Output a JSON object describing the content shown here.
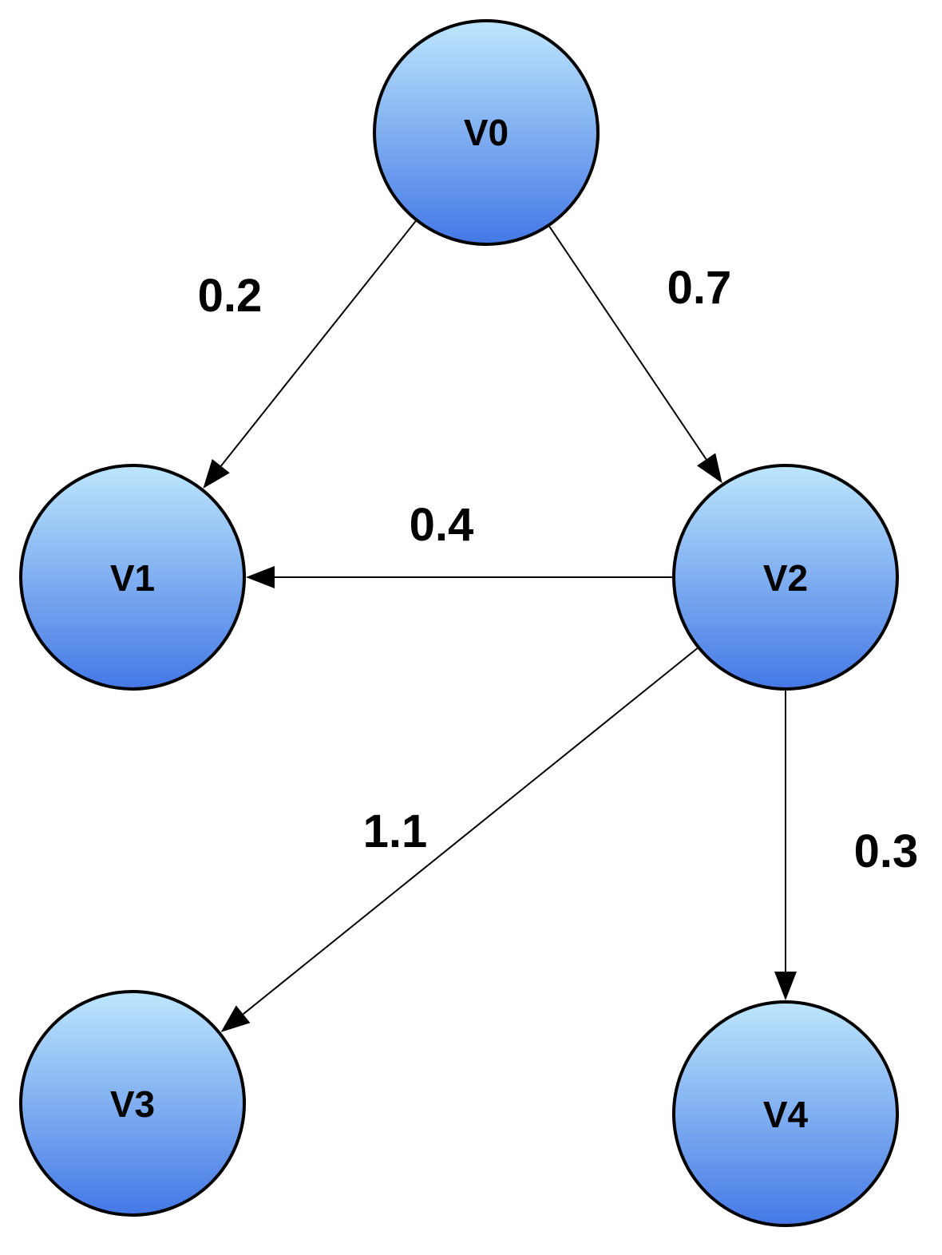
{
  "graph": {
    "directed": true,
    "colors": {
      "node_fill_top": "#bde6fc",
      "node_fill_bottom": "#4478e6",
      "stroke": "#000000",
      "text": "#000000",
      "background": "#ffffff"
    },
    "nodes": [
      {
        "id": "V0",
        "label": "V0"
      },
      {
        "id": "V1",
        "label": "V1"
      },
      {
        "id": "V2",
        "label": "V2"
      },
      {
        "id": "V3",
        "label": "V3"
      },
      {
        "id": "V4",
        "label": "V4"
      }
    ],
    "edges": [
      {
        "from": "V0",
        "to": "V1",
        "weight": "0.2"
      },
      {
        "from": "V0",
        "to": "V2",
        "weight": "0.7"
      },
      {
        "from": "V2",
        "to": "V1",
        "weight": "0.4"
      },
      {
        "from": "V2",
        "to": "V3",
        "weight": "1.1"
      },
      {
        "from": "V2",
        "to": "V4",
        "weight": "0.3"
      }
    ]
  }
}
